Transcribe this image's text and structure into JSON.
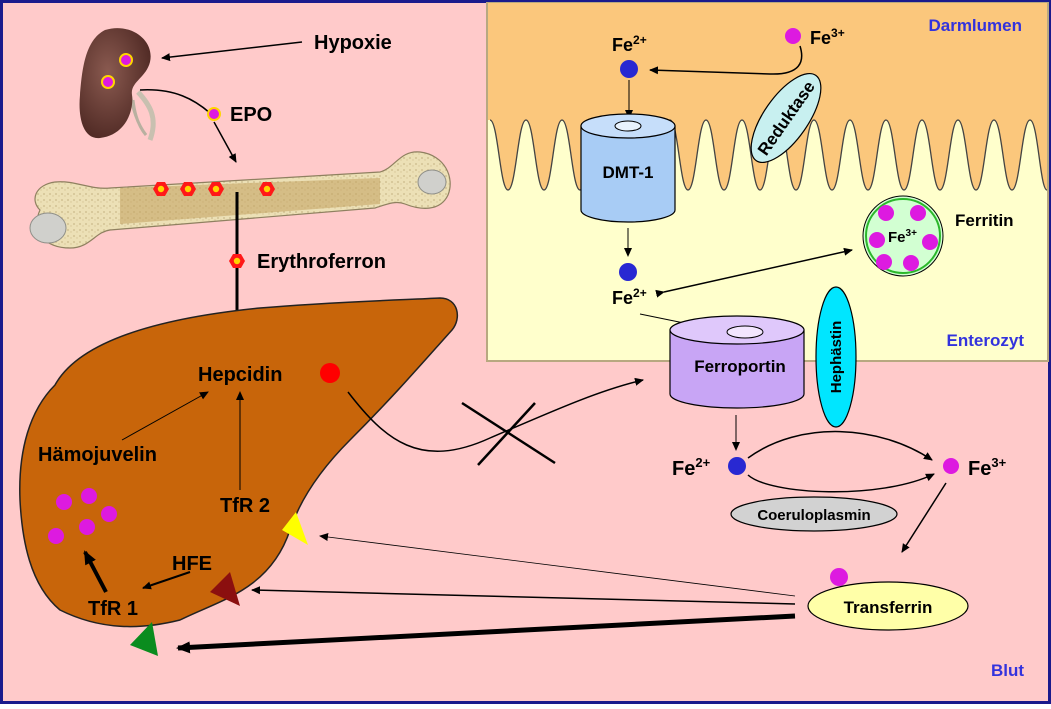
{
  "labels": {
    "hypoxie": "Hypoxie",
    "epo": "EPO",
    "erythroferron": "Erythroferron",
    "hepcidin": "Hepcidin",
    "haemojuvelin": "Hämojuvelin",
    "tfr2": "TfR 2",
    "hfe": "HFE",
    "tfr1": "TfR 1",
    "darmlumen": "Darmlumen",
    "enterozyt": "Enterozyt",
    "blut": "Blut",
    "dmt1": "DMT-1",
    "reduktase": "Reduktase",
    "ferritin": "Ferritin",
    "ferroportin": "Ferroportin",
    "hephaestin": "Hephästin",
    "coeruloplasmin": "Coeruloplasmin",
    "transferrin": "Transferrin",
    "fe": "Fe",
    "charge2": "2+",
    "charge3": "3+"
  },
  "colors": {
    "background": "#ffcaca",
    "border": "#1a1a8c",
    "lumen": "#fbc77c",
    "enterocyte": "#ffffcc",
    "liver": "#c8650a",
    "fe2": "#2828d2",
    "fe3": "#dd1ae0",
    "hepcidin_dot": "#ff0000",
    "region_label": "#3333dd",
    "dmt1": "#a8ccf5",
    "ferroportin": "#c8a5f5",
    "hephaestin": "#00e6ff",
    "ferritin_fill": "#d2ffd2",
    "transferrin_fill": "#ffffa8",
    "coerulo_fill": "#d2d2d2",
    "receptor_yellow": "#ffff00",
    "receptor_darkred": "#8b0f0f",
    "receptor_green": "#0a8c1e"
  }
}
